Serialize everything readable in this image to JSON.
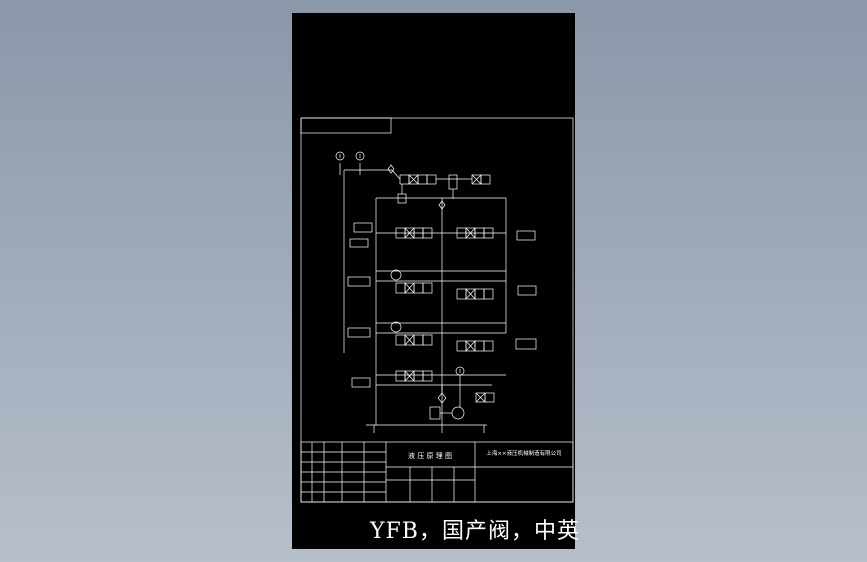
{
  "drawing": {
    "title_block": {
      "drawing_title": "液 压 原 理 图",
      "company": "上海××液压机械制造有限公司"
    },
    "caption": "YFB，国产阀，中英"
  }
}
